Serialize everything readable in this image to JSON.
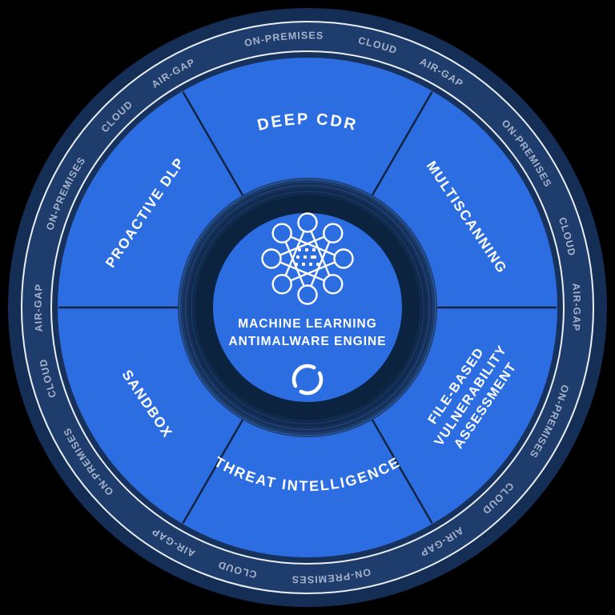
{
  "wheel": {
    "outer_ring": {
      "labels": [
        {
          "text": "ON-PREMISES"
        },
        {
          "text": "CLOUD"
        },
        {
          "text": "AIR-GAP"
        },
        {
          "text": "ON-PREMISES"
        },
        {
          "text": "CLOUD"
        },
        {
          "text": "AIR-GAP"
        },
        {
          "text": "ON-PREMISES"
        },
        {
          "text": "CLOUD"
        },
        {
          "text": "AIR-GAP"
        },
        {
          "text": "ON-PREMISES"
        },
        {
          "text": "CLOUD"
        },
        {
          "text": "AIR-GAP"
        },
        {
          "text": "ON-PREMISES"
        },
        {
          "text": "CLOUD"
        },
        {
          "text": "AIR-GAP"
        },
        {
          "text": "ON-PREMISES"
        },
        {
          "text": "CLOUD"
        },
        {
          "text": "AIR-GAP"
        }
      ]
    },
    "segments": {
      "deep_cdr": "DEEP CDR",
      "multiscanning": "MULTISCANNING",
      "file_based_vulnerability_assessment": {
        "line1": "FILE-BASED",
        "line2": "VULNERABILITY",
        "line3": "ASSESSMENT"
      },
      "threat_intelligence": "THREAT  INTELLIGENCE",
      "sandbox": "SANDBOX",
      "proactive_dlp": "PROACTIVE DLP"
    },
    "center": {
      "icon": "ml-network-icon",
      "title_line1": "MACHINE LEARNING",
      "title_line2": "ANTIMALWARE ENGINE",
      "logo": "ring-logo-icon"
    },
    "colors": {
      "segment_blue": "#2D6DE2",
      "ring_navy": "#1E3D6C",
      "edge_navy": "#142E55",
      "center_dark": "#0C2340",
      "white_line": "#E9EEF5",
      "ring_text": "#A6B3CB",
      "divider": "#0F2440"
    }
  }
}
